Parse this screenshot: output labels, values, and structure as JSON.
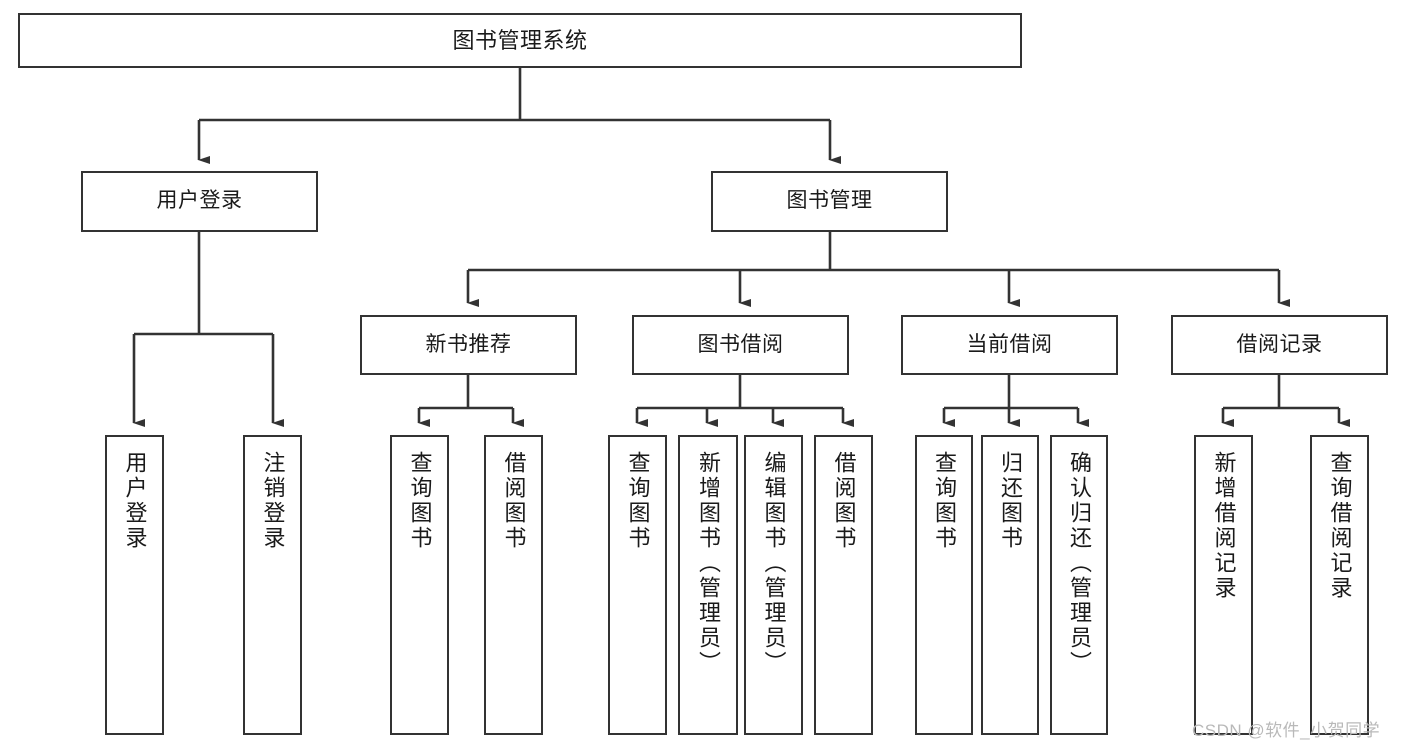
{
  "diagram": {
    "type": "tree",
    "title": "图书管理系统",
    "style": {
      "box_border_color": "#333333",
      "box_fill_color": "#ffffff",
      "line_color": "#333333",
      "text_color": "#1a1a1a",
      "background_color": "#ffffff",
      "watermark_color": "#b9b9b9"
    },
    "watermark": "CSDN @软件_小贺同学",
    "nodes": {
      "root": {
        "label": "图书管理系统"
      },
      "level1": [
        {
          "label": "用户登录"
        },
        {
          "label": "图书管理"
        }
      ],
      "level2": [
        {
          "label": "新书推荐"
        },
        {
          "label": "图书借阅"
        },
        {
          "label": "当前借阅"
        },
        {
          "label": "借阅记录"
        }
      ],
      "leaves_user_login": [
        {
          "label": "用户登录"
        },
        {
          "label": "注销登录"
        }
      ],
      "leaves_new_book": [
        {
          "label": "查询图书"
        },
        {
          "label": "借阅图书"
        }
      ],
      "leaves_borrow": [
        {
          "label": "查询图书"
        },
        {
          "label": "新增图书（管理员）"
        },
        {
          "label": "编辑图书（管理员）"
        },
        {
          "label": "借阅图书"
        }
      ],
      "leaves_current": [
        {
          "label": "查询图书"
        },
        {
          "label": "归还图书"
        },
        {
          "label": "确认归还（管理员）"
        }
      ],
      "leaves_records": [
        {
          "label": "新增借阅记录"
        },
        {
          "label": "查询借阅记录"
        }
      ]
    },
    "edges": [
      {
        "from": "图书管理系统",
        "to": "用户登录"
      },
      {
        "from": "图书管理系统",
        "to": "图书管理"
      },
      {
        "from": "用户登录",
        "to": "用户登录"
      },
      {
        "from": "用户登录",
        "to": "注销登录"
      },
      {
        "from": "图书管理",
        "to": "新书推荐"
      },
      {
        "from": "图书管理",
        "to": "图书借阅"
      },
      {
        "from": "图书管理",
        "to": "当前借阅"
      },
      {
        "from": "图书管理",
        "to": "借阅记录"
      },
      {
        "from": "新书推荐",
        "to": "查询图书"
      },
      {
        "from": "新书推荐",
        "to": "借阅图书"
      },
      {
        "from": "图书借阅",
        "to": "查询图书"
      },
      {
        "from": "图书借阅",
        "to": "新增图书（管理员）"
      },
      {
        "from": "图书借阅",
        "to": "编辑图书（管理员）"
      },
      {
        "from": "图书借阅",
        "to": "借阅图书"
      },
      {
        "from": "当前借阅",
        "to": "查询图书"
      },
      {
        "from": "当前借阅",
        "to": "归还图书"
      },
      {
        "from": "当前借阅",
        "to": "确认归还（管理员）"
      },
      {
        "from": "借阅记录",
        "to": "新增借阅记录"
      },
      {
        "from": "借阅记录",
        "to": "查询借阅记录"
      }
    ]
  }
}
